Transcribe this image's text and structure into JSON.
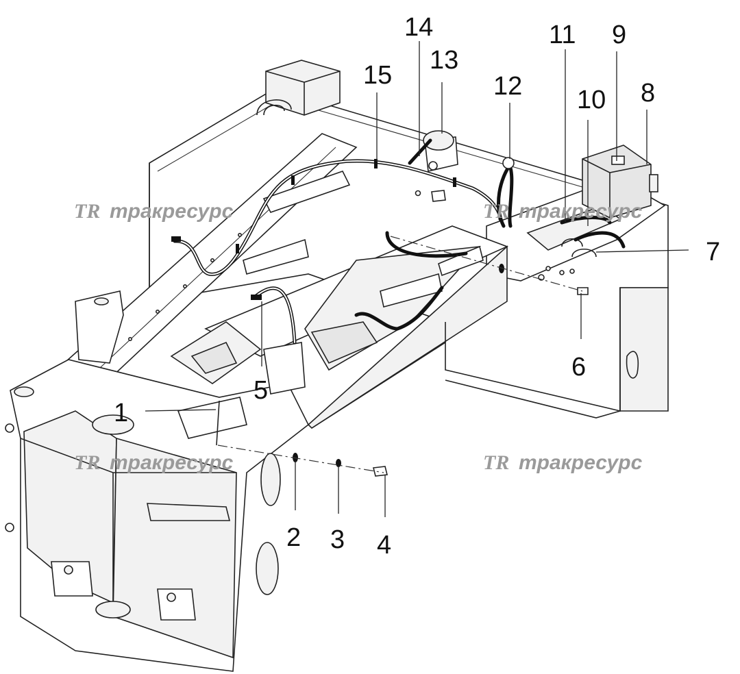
{
  "watermark": {
    "logo": "TR",
    "text": "тракресурс"
  },
  "callouts": [
    {
      "id": "1",
      "label": "1"
    },
    {
      "id": "2",
      "label": "2"
    },
    {
      "id": "3",
      "label": "3"
    },
    {
      "id": "4",
      "label": "4"
    },
    {
      "id": "5",
      "label": "5"
    },
    {
      "id": "6",
      "label": "6"
    },
    {
      "id": "7",
      "label": "7"
    },
    {
      "id": "8",
      "label": "8"
    },
    {
      "id": "9",
      "label": "9"
    },
    {
      "id": "10",
      "label": "10"
    },
    {
      "id": "11",
      "label": "11"
    },
    {
      "id": "12",
      "label": "12"
    },
    {
      "id": "13",
      "label": "13"
    },
    {
      "id": "14",
      "label": "14"
    },
    {
      "id": "15",
      "label": "15"
    }
  ],
  "colors": {
    "line": "#222222",
    "watermark": "#9a9a9a",
    "background": "#ffffff"
  }
}
